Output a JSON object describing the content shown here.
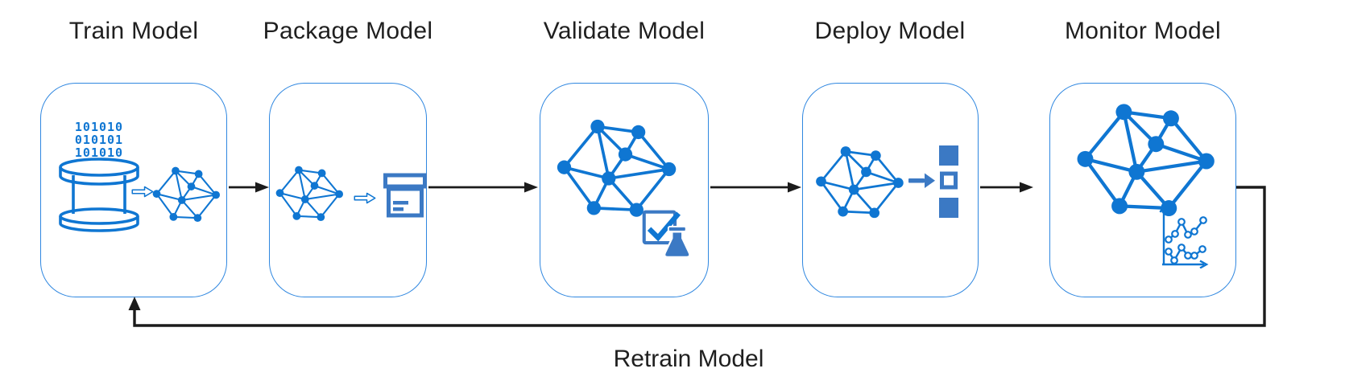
{
  "diagram": {
    "stages": [
      {
        "id": "train",
        "label": "Train Model"
      },
      {
        "id": "package",
        "label": "Package Model"
      },
      {
        "id": "validate",
        "label": "Validate Model"
      },
      {
        "id": "deploy",
        "label": "Deploy Model"
      },
      {
        "id": "monitor",
        "label": "Monitor Model"
      }
    ],
    "feedback_label": "Retrain Model",
    "train_binary_rows": [
      "101010",
      "010101",
      "101010"
    ],
    "colors": {
      "icon_blue": "#0F76D2",
      "steel_blue": "#3B79C4",
      "box_border": "#2F87E0",
      "arrow_black": "#1B1B1B",
      "text_color": "#1F1F1F",
      "background": "#FFFFFF"
    }
  }
}
